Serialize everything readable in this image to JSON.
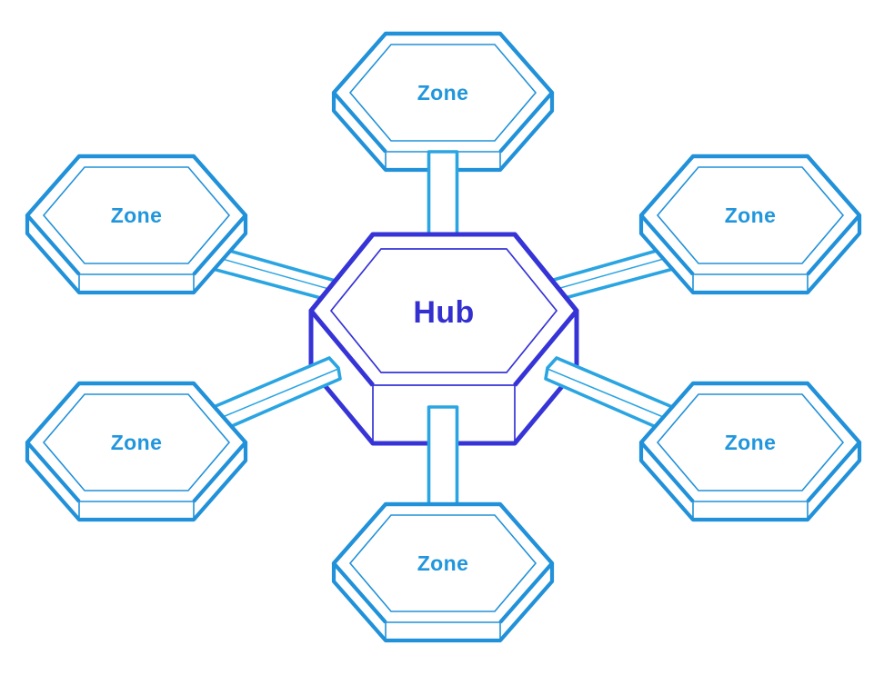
{
  "diagram": {
    "type": "hub-and-spoke-network",
    "hub": {
      "id": "hub",
      "label": "Hub"
    },
    "zones": [
      {
        "id": "zone-top",
        "label": "Zone"
      },
      {
        "id": "zone-top-left",
        "label": "Zone"
      },
      {
        "id": "zone-top-right",
        "label": "Zone"
      },
      {
        "id": "zone-bottom-left",
        "label": "Zone"
      },
      {
        "id": "zone-bottom-right",
        "label": "Zone"
      },
      {
        "id": "zone-bottom",
        "label": "Zone"
      }
    ],
    "connections": [
      {
        "from": "hub",
        "to": "zone-top"
      },
      {
        "from": "hub",
        "to": "zone-top-left"
      },
      {
        "from": "hub",
        "to": "zone-top-right"
      },
      {
        "from": "hub",
        "to": "zone-bottom-left"
      },
      {
        "from": "hub",
        "to": "zone-bottom-right"
      },
      {
        "from": "hub",
        "to": "zone-bottom"
      }
    ],
    "colors": {
      "background": "#ffffff",
      "hub_stroke": "#3634d6",
      "hub_text": "#3430cf",
      "zone_stroke": "#2191d9",
      "zone_text": "#2196dd",
      "spoke_stroke": "#2aa5e2"
    }
  }
}
